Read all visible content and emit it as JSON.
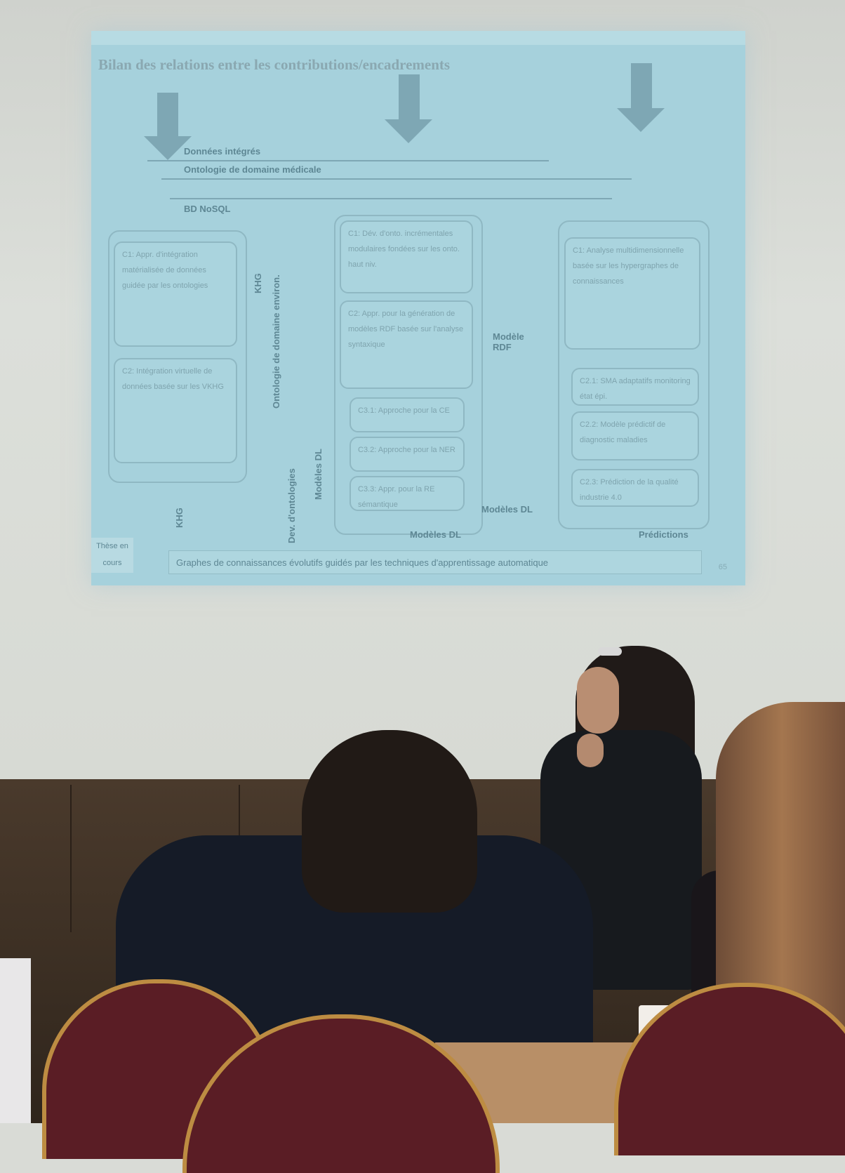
{
  "scene": {
    "slide": {
      "title": "Bilan des relations entre les contributions/encadrements",
      "bands": {
        "band1": "Données intégrés",
        "band2": "Ontologie de domaine médicale",
        "band3": "BD NoSQL"
      },
      "boxes": {
        "left_top": "C1: Appr. d'intégration matérialisée de données guidée par les ontologies",
        "left_bottom": "C2: Intégration virtuelle de données basée sur les VKHG",
        "mid_top": "C1: Dév. d'onto. incrémentales modulaires fondées sur les onto. haut niv.",
        "mid_mid": "C2: Appr. pour la génération de modèles RDF basée sur l'analyse syntaxique",
        "mid_small1": "C3.1: Approche pour la CE",
        "mid_small2": "C3.2: Approche pour la NER",
        "mid_small3": "C3.3: Appr. pour la RE sémantique",
        "right_top": "C1: Analyse multidimensionnelle basée sur les hypergraphes de connaissances",
        "right_small1": "C2.1: SMA adaptatifs monitoring état épi.",
        "right_small2": "C2.2: Modèle prédictif de diagnostic maladies",
        "right_small3": "C2.3: Prédiction de la qualité industrie 4.0"
      },
      "labels": {
        "khg_top": "KHG",
        "ontology_env": "Ontologie de domaine environ.",
        "dev_ontologies": "Dev. d'ontologies",
        "modeles_dl_vertical": "Modèles DL",
        "modele_rdf": "Modèle RDF",
        "modeles_dl_right": "Modèles DL",
        "modeles_dl_bottom": "Modèles DL",
        "predictions": "Prédictions",
        "khg_bottom": "KHG"
      },
      "footer": {
        "left_label": "Thèse en cours",
        "text": "Graphes de connaissances évolutifs guidés par les techniques d'apprentissage automatique"
      },
      "page_number": "65"
    }
  }
}
